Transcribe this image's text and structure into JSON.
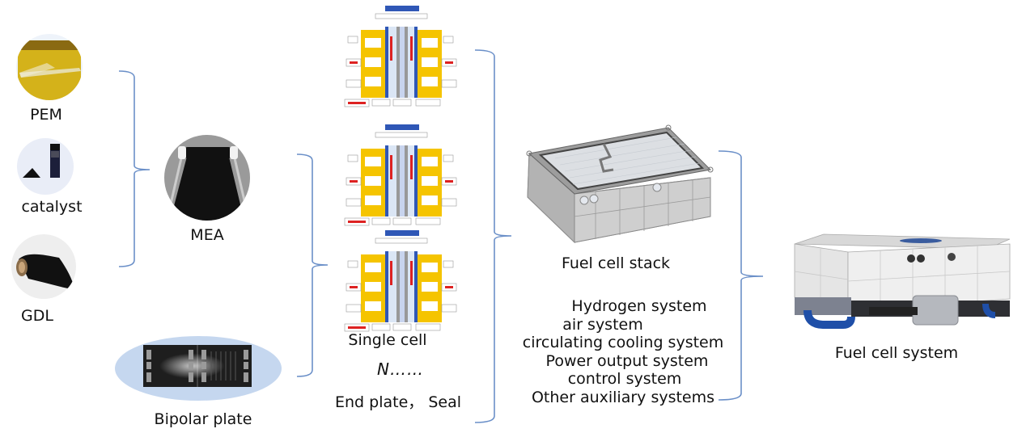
{
  "components": {
    "pem": {
      "label": "PEM"
    },
    "catalyst": {
      "label": "catalyst"
    },
    "gdl": {
      "label": "GDL"
    },
    "mea": {
      "label": "MEA"
    },
    "bipolar_plate": {
      "label": "Bipolar plate"
    }
  },
  "single_cell": {
    "label": "Single cell",
    "count_label": "N……",
    "extras_label": "End plate， Seal",
    "diagram_copies": 3
  },
  "stack": {
    "label": "Fuel cell stack",
    "subsystems": [
      "Hydrogen system",
      "air system",
      "circulating cooling system",
      "Power output system",
      "control system",
      "Other auxiliary systems"
    ]
  },
  "system": {
    "label": "Fuel cell system"
  },
  "colors": {
    "brace": "#6a8fc8",
    "pem_yellow": "#d4b21a",
    "bipolar_ellipse": "#c5d7ef",
    "cell_frame_yellow": "#f5c400",
    "cell_header_blue": "#2f57b6"
  }
}
